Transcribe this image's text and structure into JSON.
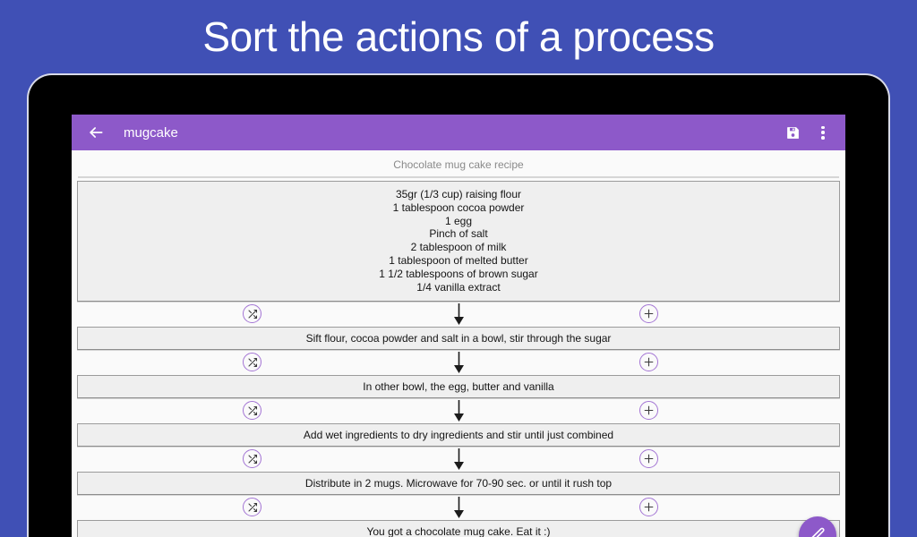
{
  "promo": {
    "headline": "Sort the actions of a process",
    "background_color": "#4050b5"
  },
  "theme": {
    "primary_color": "#8d59c9",
    "accent_outline_color": "#a374d4",
    "screen_background": "#fafafa",
    "card_background": "#efefef",
    "card_border": "#9b9b9b"
  },
  "appbar": {
    "back_icon": "arrow-left-icon",
    "title": "mugcake",
    "save_icon": "save-floppy-icon",
    "overflow_icon": "more-vertical-icon"
  },
  "document": {
    "title": "Chocolate mug cake recipe",
    "ingredients": [
      "35gr (1/3 cup) raising flour",
      "1 tablespoon cocoa powder",
      "1 egg",
      "Pinch of salt",
      "2 tablespoon of milk",
      "1 tablespoon of melted butter",
      "1 1/2 tablespoons of brown sugar",
      "1/4 vanilla extract"
    ],
    "steps": [
      "Sift flour, cocoa powder and salt in a bowl, stir through the sugar",
      "In other bowl, the egg, butter and vanilla",
      "Add wet ingredients to dry ingredients and stir until just combined",
      "Distribute in 2 mugs. Microwave for 70-90 sec. or until it rush top",
      "You got a chocolate mug cake. Eat it :)"
    ],
    "connector": {
      "shuffle_icon": "shuffle-icon",
      "arrow_icon": "arrow-down-icon",
      "add_icon": "plus-icon"
    }
  },
  "fab": {
    "icon": "pencil-edit-icon"
  }
}
